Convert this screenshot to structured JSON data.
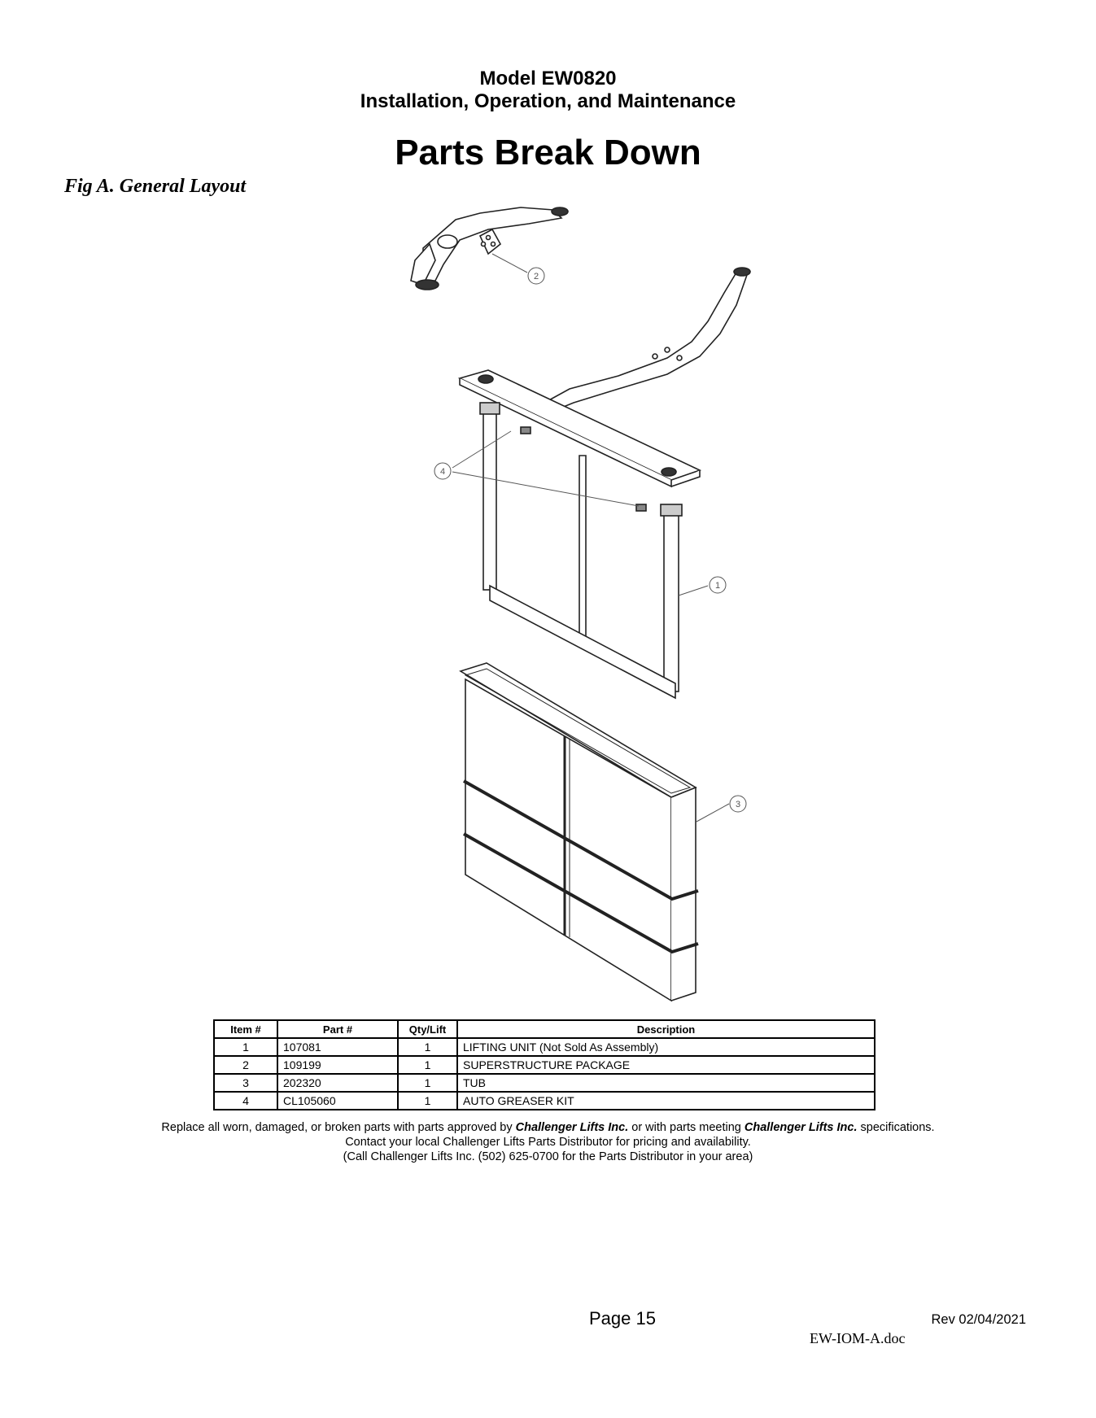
{
  "header": {
    "model": "Model EW0820",
    "subtitle": "Installation, Operation, and Maintenance",
    "title": "Parts Break Down"
  },
  "figure": {
    "label": "Fig A.  General Layout",
    "callouts": [
      "1",
      "2",
      "3",
      "4"
    ]
  },
  "parts_table": {
    "headers": [
      "Item #",
      "Part #",
      "Qty/Lift",
      "Description"
    ],
    "rows": [
      {
        "item": "1",
        "part": "107081",
        "qty": "1",
        "desc": "LIFTING UNIT (Not Sold As Assembly)"
      },
      {
        "item": "2",
        "part": "109199",
        "qty": "1",
        "desc": "SUPERSTRUCTURE PACKAGE"
      },
      {
        "item": "3",
        "part": "202320",
        "qty": "1",
        "desc": "TUB"
      },
      {
        "item": "4",
        "part": "CL105060",
        "qty": "1",
        "desc": "AUTO GREASER KIT"
      }
    ]
  },
  "note": {
    "l1_a": "Replace all worn, damaged, or broken parts with parts approved by ",
    "brand": "Challenger Lifts Inc.",
    "l1_b": " or with parts meeting ",
    "l1_c": " specifications.",
    "l2": "Contact your local Challenger Lifts Parts Distributor for pricing and availability.",
    "l3": "(Call Challenger Lifts Inc. (502) 625-0700 for the Parts Distributor in your area)"
  },
  "footer": {
    "page": "Page 15",
    "rev": "Rev 02/04/2021",
    "doc": "EW-IOM-A.doc"
  }
}
